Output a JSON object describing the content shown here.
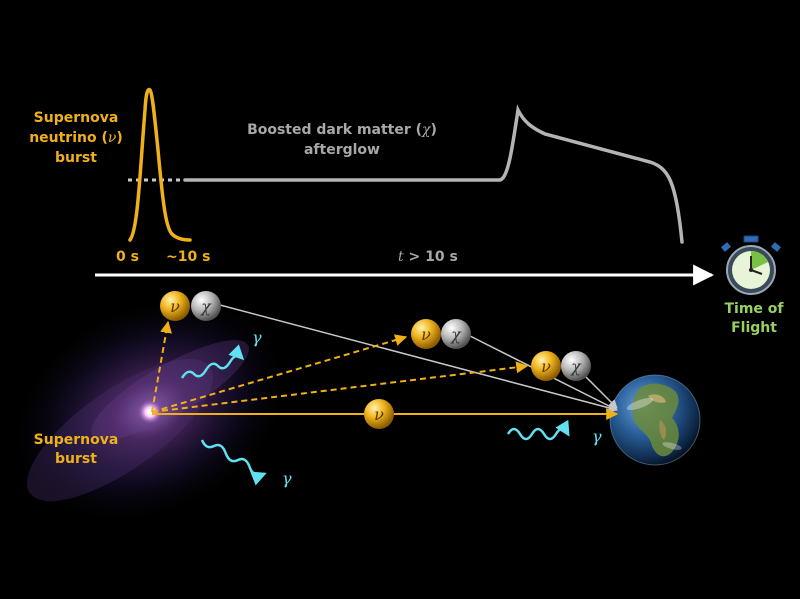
{
  "colors": {
    "neutrino": "#f0b018",
    "dark_matter": "#b4b4b4",
    "photon": "#60e0f0",
    "timer_green": "#98d060",
    "background": "#000000"
  },
  "labels": {
    "sn_neutrino_line1": "Supernova",
    "sn_neutrino_line2": "neutrino (",
    "sn_neutrino_symbol": "ν",
    "sn_neutrino_close": ")",
    "sn_neutrino_line3": "burst",
    "bdm_line1": "Boosted dark matter (",
    "bdm_symbol": "χ",
    "bdm_close": ")",
    "bdm_line2": "afterglow",
    "t0": "0 s",
    "t10": "~10 s",
    "t_later_var": "t",
    "t_later_rest": " > 10 s",
    "tof_line1": "Time of",
    "tof_line2": "Flight",
    "sn_burst_line1": "Supernova",
    "sn_burst_line2": "burst"
  },
  "particles": {
    "neutrino_symbol": "ν",
    "dark_matter_symbol": "χ",
    "photon_symbol": "γ"
  },
  "icons": {
    "stopwatch": "stopwatch-icon",
    "earth": "earth-icon",
    "supernova": "supernova-icon"
  }
}
